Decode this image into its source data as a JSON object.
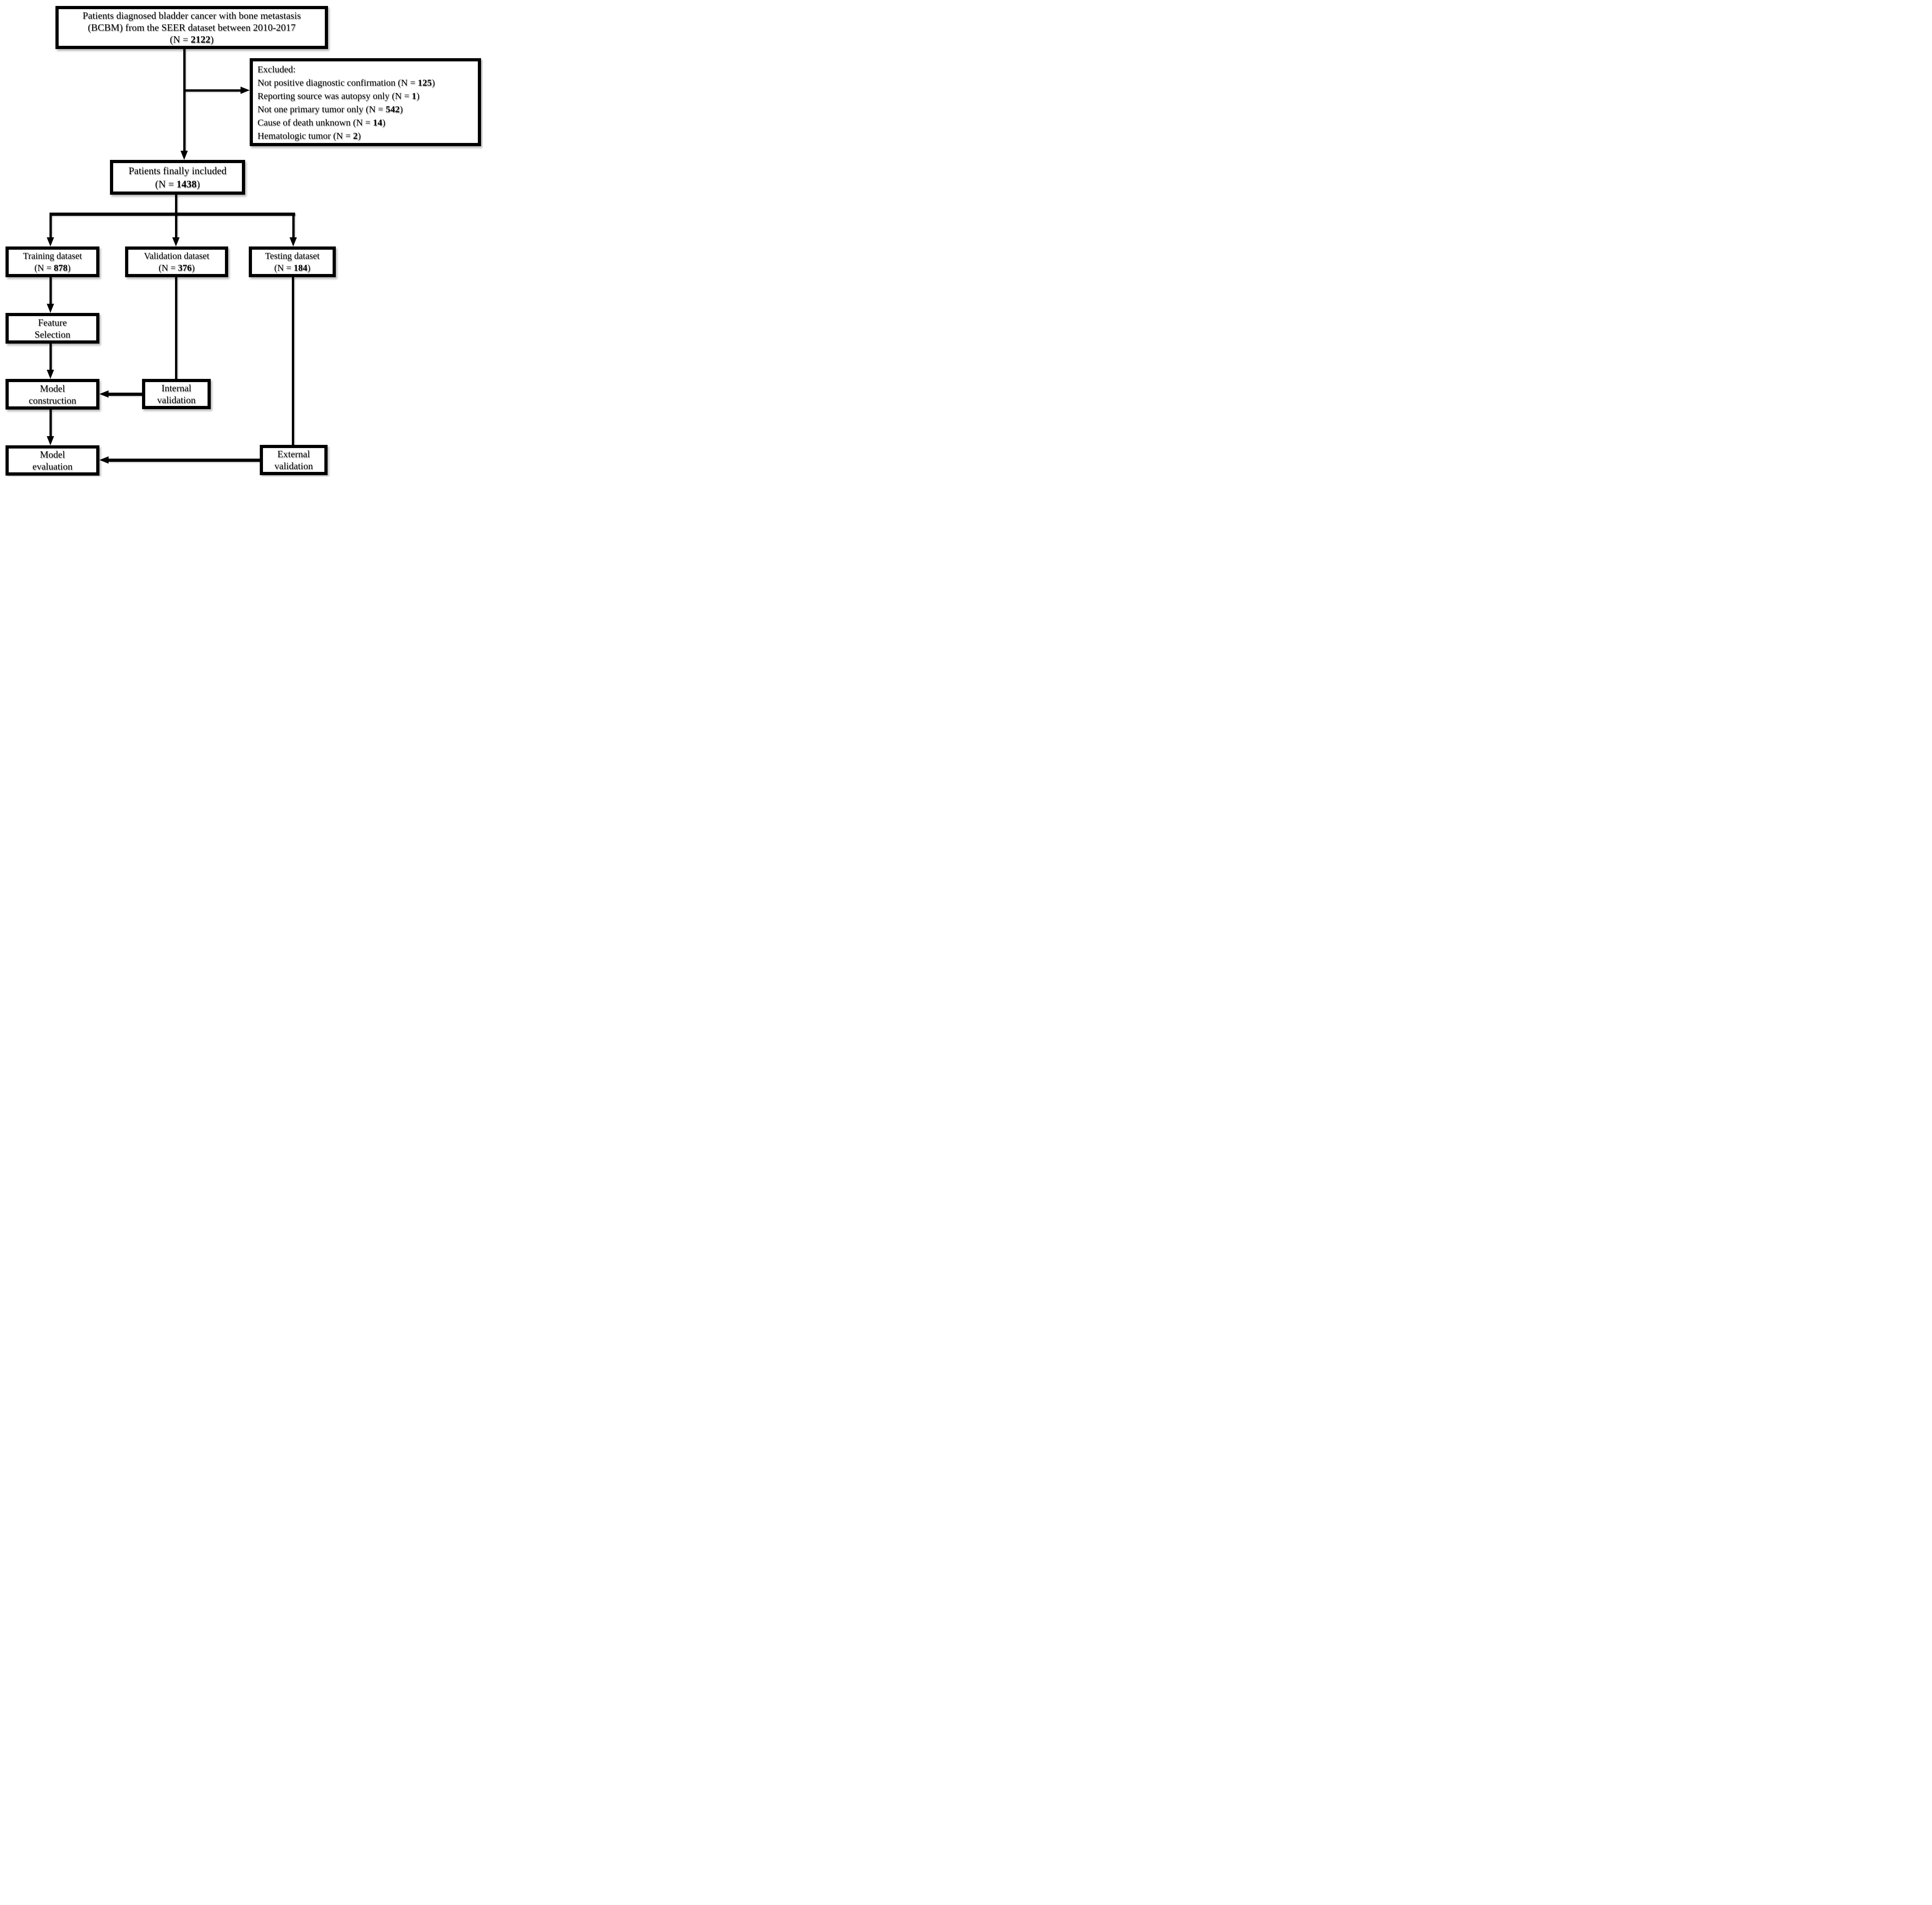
{
  "figure": {
    "background_color": "#ffffff",
    "line_color": "#000000",
    "type": "flowchart"
  },
  "nodes": {
    "source": {
      "line1": "Patients diagnosed bladder cancer with bone metastasis",
      "line2": "(BCBM) from the  SEER dataset between 2010-2017",
      "n_pre": "(N = ",
      "n_value": "2122",
      "n_post": ")"
    },
    "excluded": {
      "title": "Excluded:",
      "items": [
        {
          "pre": "Not positive diagnostic confirmation (N = ",
          "num": "125",
          "post": ")"
        },
        {
          "pre": "Reporting source was autopsy only (N = ",
          "num": "1",
          "post": ")"
        },
        {
          "pre": "Not one primary tumor only (N = ",
          "num": "542",
          "post": ")"
        },
        {
          "pre": "Cause of death unknown (N = ",
          "num": "14",
          "post": ")"
        },
        {
          "pre": "Hematologic tumor (N = ",
          "num": "2",
          "post": ")"
        }
      ]
    },
    "included": {
      "line1": "Patients finally included",
      "n_pre": "(N = ",
      "n_value": "1438",
      "n_post": ")"
    },
    "training": {
      "line1": "Training dataset",
      "n_pre": "(N = ",
      "n_value": "878",
      "n_post": ")"
    },
    "validation": {
      "line1": "Validation dataset",
      "n_pre": "(N = ",
      "n_value": "376",
      "n_post": ")"
    },
    "testing": {
      "line1": "Testing dataset",
      "n_pre": "(N = ",
      "n_value": "184",
      "n_post": ")"
    },
    "feature": {
      "line1": "Feature",
      "line2": "Selection"
    },
    "construction": {
      "line1": "Model",
      "line2": "construction"
    },
    "internal": {
      "line1": "Internal",
      "line2": "validation"
    },
    "evaluation": {
      "line1": "Model",
      "line2": "evaluation"
    },
    "external": {
      "line1": "External",
      "line2": "validation"
    }
  }
}
